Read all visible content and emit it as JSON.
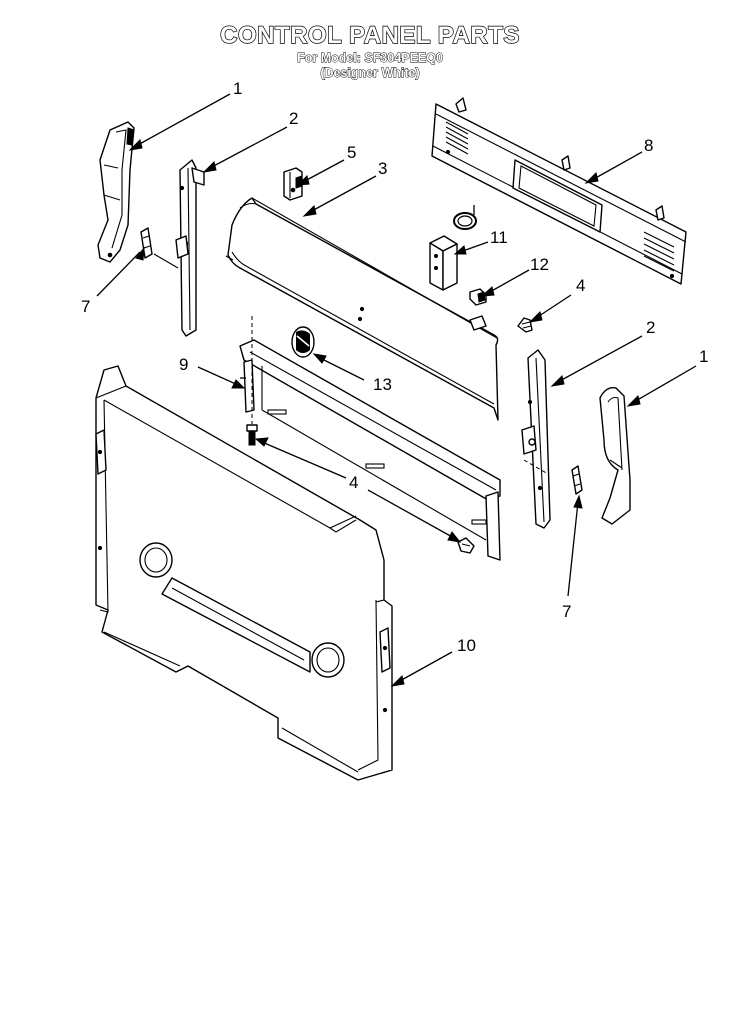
{
  "header": {
    "title": "CONTROL PANEL PARTS",
    "model_line": "For Model: SF304PEEQ0",
    "color_line": "(Designer White)"
  },
  "callouts": [
    {
      "id": "c1a",
      "label": "1"
    },
    {
      "id": "c2a",
      "label": "2"
    },
    {
      "id": "c5",
      "label": "5"
    },
    {
      "id": "c3",
      "label": "3"
    },
    {
      "id": "c8",
      "label": "8"
    },
    {
      "id": "c11",
      "label": "11"
    },
    {
      "id": "c12",
      "label": "12"
    },
    {
      "id": "c7a",
      "label": "7"
    },
    {
      "id": "c4a",
      "label": "4"
    },
    {
      "id": "c2b",
      "label": "2"
    },
    {
      "id": "c1b",
      "label": "1"
    },
    {
      "id": "c9",
      "label": "9"
    },
    {
      "id": "c13",
      "label": "13"
    },
    {
      "id": "c4b",
      "label": "4"
    },
    {
      "id": "c7b",
      "label": "7"
    },
    {
      "id": "c10",
      "label": "10"
    }
  ]
}
